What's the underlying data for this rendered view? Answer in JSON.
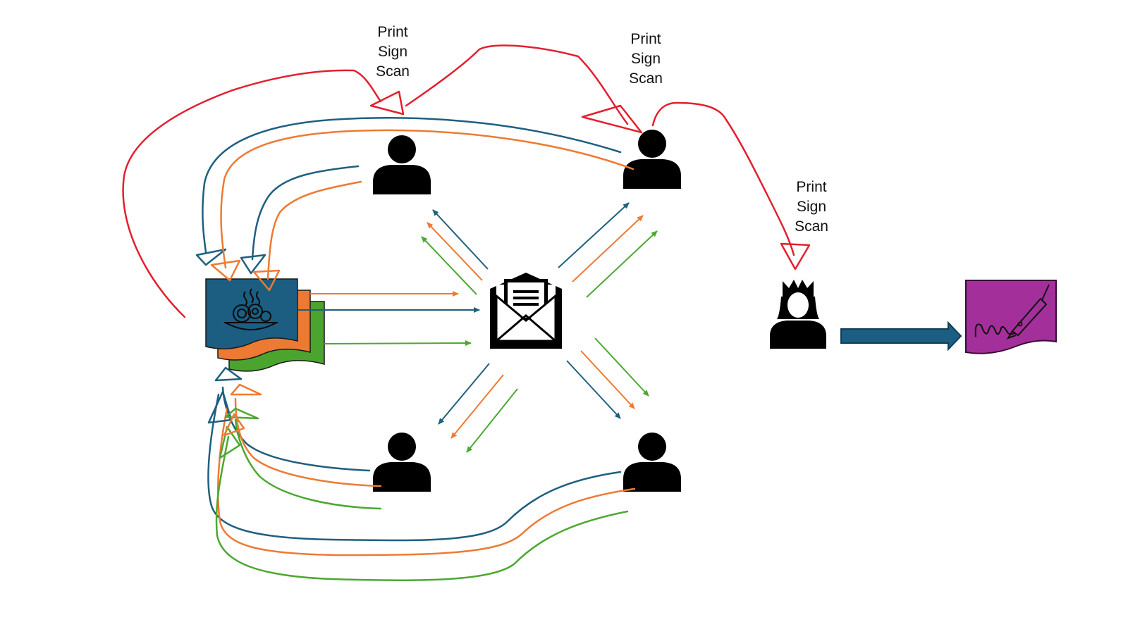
{
  "labels": {
    "signer_top_left": [
      "Print",
      "Sign",
      "Scan"
    ],
    "signer_top_right": [
      "Print",
      "Sign",
      "Scan"
    ],
    "approver": [
      "Print",
      "Sign",
      "Scan"
    ]
  },
  "colors": {
    "red": "#e2202f",
    "blue": "#1f5f7f",
    "orange": "#ee7a33",
    "green": "#4ca832",
    "doc_blue": "#1b5e82",
    "doc_orange": "#ec7a33",
    "doc_green": "#4aa42e",
    "signed_doc": "#a3309a",
    "arrow_blue": "#1b5e82",
    "icon": "#000000"
  },
  "icons": {
    "document_stack": "food-document-stack-icon",
    "envelope": "open-envelope-icon",
    "person": "person-icon",
    "approver": "queen-person-icon",
    "signed_document": "signed-document-icon",
    "flow_arrow": "right-arrow-icon"
  }
}
